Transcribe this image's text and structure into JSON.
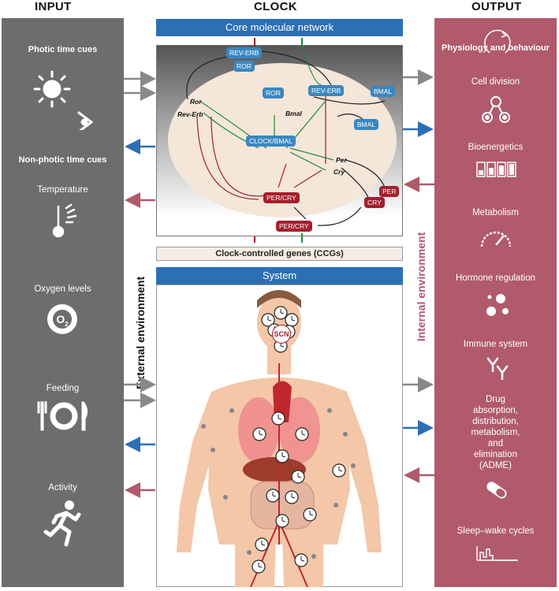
{
  "headers": {
    "input": "INPUT",
    "clock": "CLOCK",
    "output": "OUTPUT"
  },
  "colors": {
    "input_panel": "#6d6d6d",
    "output_panel": "#b05a6c",
    "blue_bar": "#2c6fb5",
    "red_pill": "#a51f2c",
    "blue_pill": "#3a87bf"
  },
  "input": {
    "photic": "Photic time cues",
    "non_photic": "Non-photic time cues",
    "temperature": "Temperature",
    "oxygen": "Oxygen levels",
    "feeding": "Feeding",
    "activity": "Activity",
    "o2_symbol": "O",
    "o2_sub": "2"
  },
  "output": {
    "physiology": "Physiology and behaviour",
    "cell_division": "Cell division",
    "bioenergetics": "Bioenergetics",
    "metabolism": "Metabolism",
    "hormone": "Hormone regulation",
    "immune": "Immune system",
    "adme": [
      "Drug",
      "absorption,",
      "distribution,",
      "metabolism,",
      "and",
      "elimination",
      "(ADME)"
    ],
    "sleep": "Sleep–wake cycles"
  },
  "clock": {
    "core_title": "Core molecular network",
    "ccg_title": "Clock-controlled genes (CCGs)",
    "system_title": "System",
    "external_env": "External environment",
    "internal_env": "Internal environment",
    "scn": "SCN"
  },
  "network": {
    "reverb_top": "REV-ERB",
    "ror_top": "ROR",
    "ror_mid": "ROR",
    "reverb_mid": "REV-ERB",
    "bmal_right": "BMAL",
    "bmal_mid": "BMAL",
    "clock_bmal": "CLOCK/BMAL",
    "per_cry_mid": "PER/CRY",
    "per_cry_bottom": "PER/CRY",
    "per": "PER",
    "cry": "CRY",
    "gene_ror": "Ror",
    "gene_reverb": "Rev-Erb",
    "gene_bmal": "Bmal",
    "gene_per": "Per",
    "gene_cry": "Cry"
  }
}
